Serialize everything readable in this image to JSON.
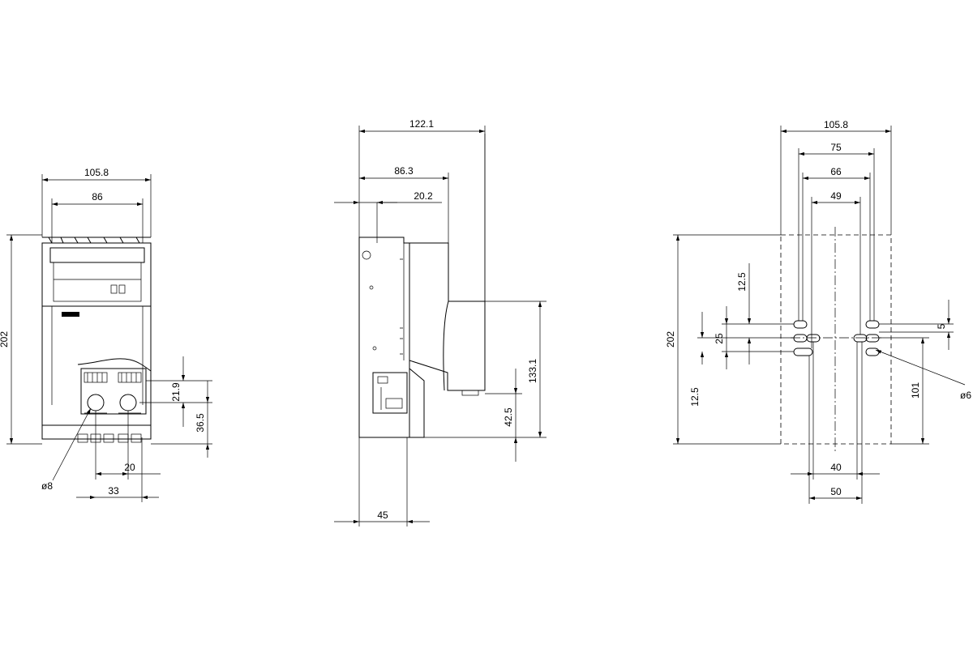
{
  "front_view": {
    "width_total": "105.8",
    "width_inner": "86",
    "height_total": "202",
    "terminal_height": "21.9",
    "terminal_bottom": "36.5",
    "terminal_pitch": "20",
    "terminal_spacing": "33",
    "hole_diameter": "ø8"
  },
  "side_view": {
    "depth_total": "122.1",
    "depth_mid": "86.3",
    "depth_front": "20.2",
    "handle_height": "133.1",
    "lower_height": "42.5",
    "base_depth": "45"
  },
  "mounting_view": {
    "width_total": "105.8",
    "hole_pitch_outer": "75",
    "hole_pitch_mid": "66",
    "hole_pitch_inner": "49",
    "height_total": "202",
    "slot_top": "12.5",
    "slot_spacing": "25",
    "slot_bottom": "12.5",
    "hole_height": "101",
    "slot_width": "5",
    "bottom_pitch_40": "40",
    "bottom_pitch_50": "50",
    "hole_diameter": "ø6"
  }
}
